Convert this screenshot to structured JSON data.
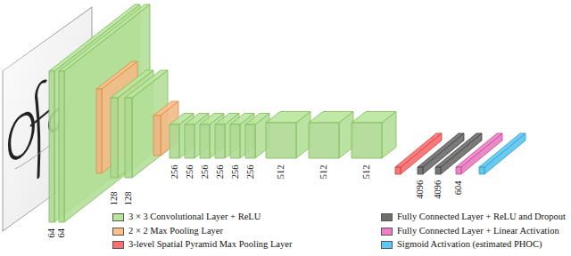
{
  "diagram": {
    "labels": [
      "64",
      "64",
      "128",
      "128",
      "256",
      "256",
      "256",
      "256",
      "256",
      "256",
      "512",
      "512",
      "512",
      "4096",
      "4096",
      "604"
    ],
    "legend": [
      {
        "text": "3 × 3 Convolutional Layer + ReLU",
        "color": "#b9e59c"
      },
      {
        "text": "2 × 2 Max Pooling Layer",
        "color": "#fbbf8a"
      },
      {
        "text": "3-level Spatial Pyramid Max Pooling Layer",
        "color": "#ff6f6f"
      },
      {
        "text": "Fully Connected Layer + ReLU and Dropout",
        "color": "#6e6e6e"
      },
      {
        "text": "Fully Connected Layer + Linear Activation",
        "color": "#f07fc6"
      },
      {
        "text": "Sigmoid Activation (estimated PHOC)",
        "color": "#5cc9f4"
      }
    ]
  }
}
